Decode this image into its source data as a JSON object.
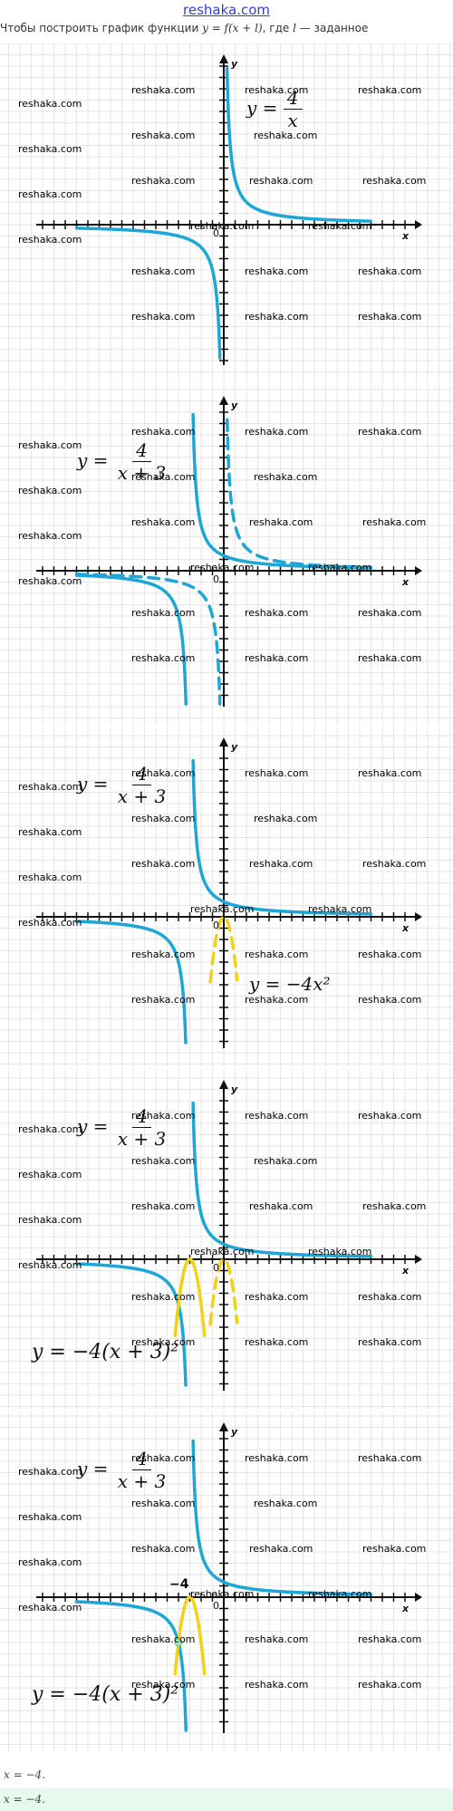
{
  "site": {
    "title": "reshaka.com"
  },
  "intro": {
    "prefix": "Чтобы построить график функции ",
    "math_fn": "y = f(x + l)",
    "mid": ", где ",
    "math_l": "l",
    "suffix": " — заданное"
  },
  "watermark": "reshaka.com",
  "axes": {
    "x": "x",
    "y": "y",
    "origin": "0"
  },
  "panels": [
    {
      "formula_y": "y =",
      "num": "4",
      "den": "x"
    },
    {
      "formula_y": "y =",
      "num": "4",
      "den": "x + 3"
    },
    {
      "formula_y": "y =",
      "num": "4",
      "den": "x + 3",
      "formula2": "y = −4x²"
    },
    {
      "formula_y": "y =",
      "num": "4",
      "den": "x + 3",
      "formula2": "y = −4(x + 3)²"
    },
    {
      "formula_y": "y =",
      "num": "4",
      "den": "x + 3",
      "formula2": "y = −4(x + 3)²",
      "marker": "−4"
    }
  ],
  "footer": {
    "line1": "x = −4.",
    "line2": "x = −4."
  },
  "colors": {
    "hyperbola": "#1ea7d6",
    "parabola": "#f0d21a",
    "grid": "#e6e6e6",
    "axis": "#111111",
    "link": "#2f3fd6",
    "answer_bg": "#e8f8ee"
  }
}
